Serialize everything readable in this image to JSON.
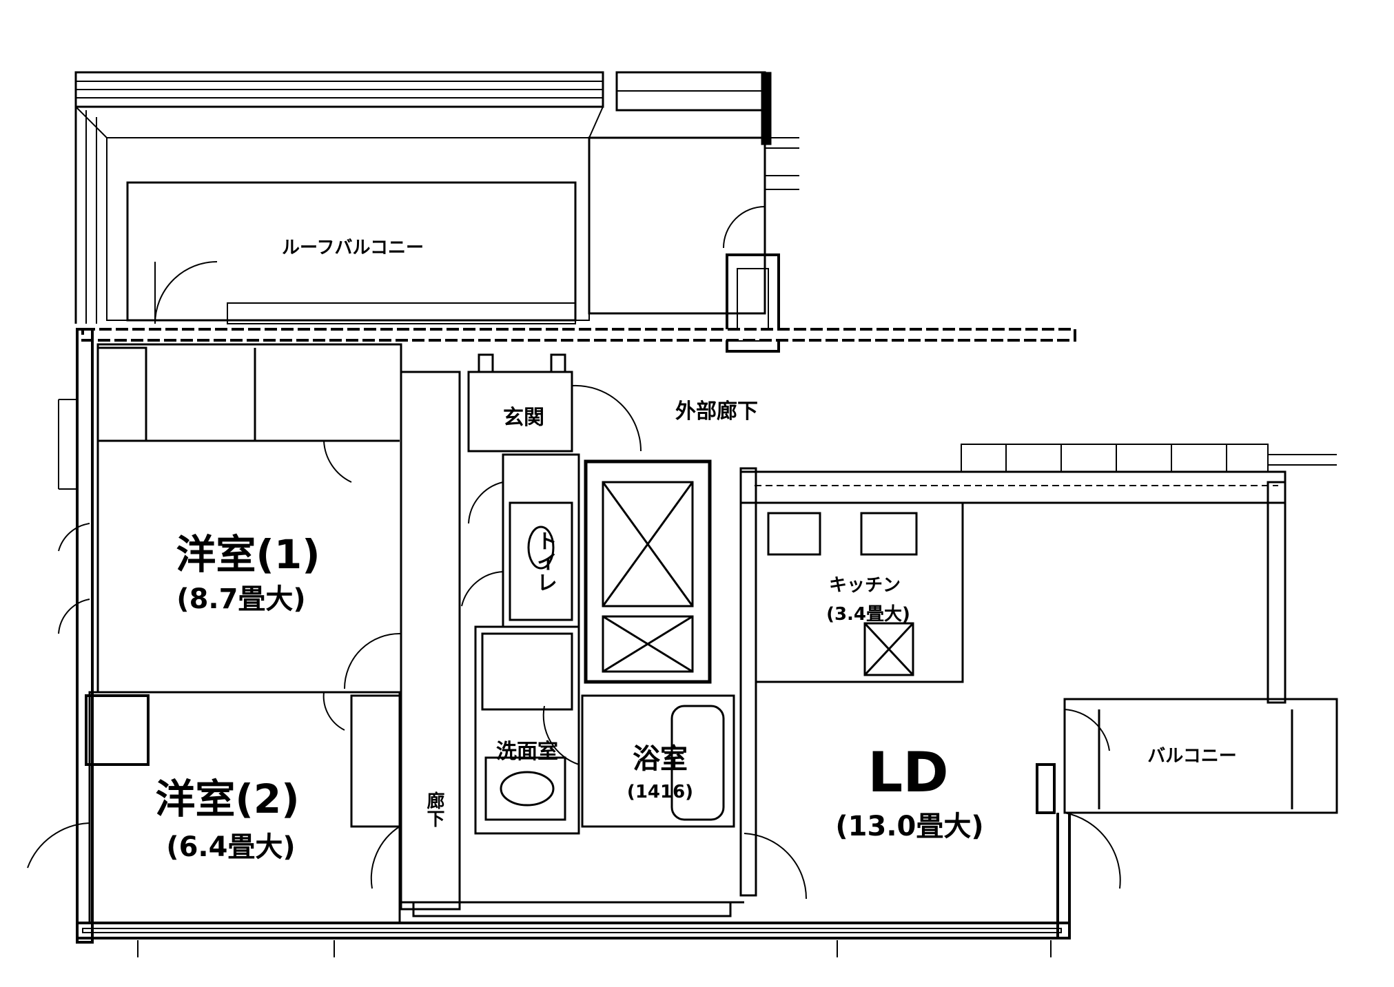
{
  "floorplan": {
    "rooms": {
      "roof_balcony": {
        "name": "ルーフバルコニー"
      },
      "entrance": {
        "name": "玄関"
      },
      "corridor_outside": {
        "name": "外部廊下"
      },
      "western_room_1": {
        "name": "洋室(1)",
        "area": "(8.7畳大)"
      },
      "western_room_2": {
        "name": "洋室(2)",
        "area": "(6.4畳大)"
      },
      "toilet": {
        "name": "トイレ"
      },
      "kitchen": {
        "name": "キッチン",
        "area": "(3.4畳大)"
      },
      "washroom": {
        "name": "洗面室"
      },
      "bathroom": {
        "name": "浴室",
        "area": "(1416)"
      },
      "living_dining": {
        "name": "LD",
        "area": "(13.0畳大)"
      },
      "hallway": {
        "name": "廊下"
      },
      "balcony": {
        "name": "バルコニー"
      }
    }
  }
}
